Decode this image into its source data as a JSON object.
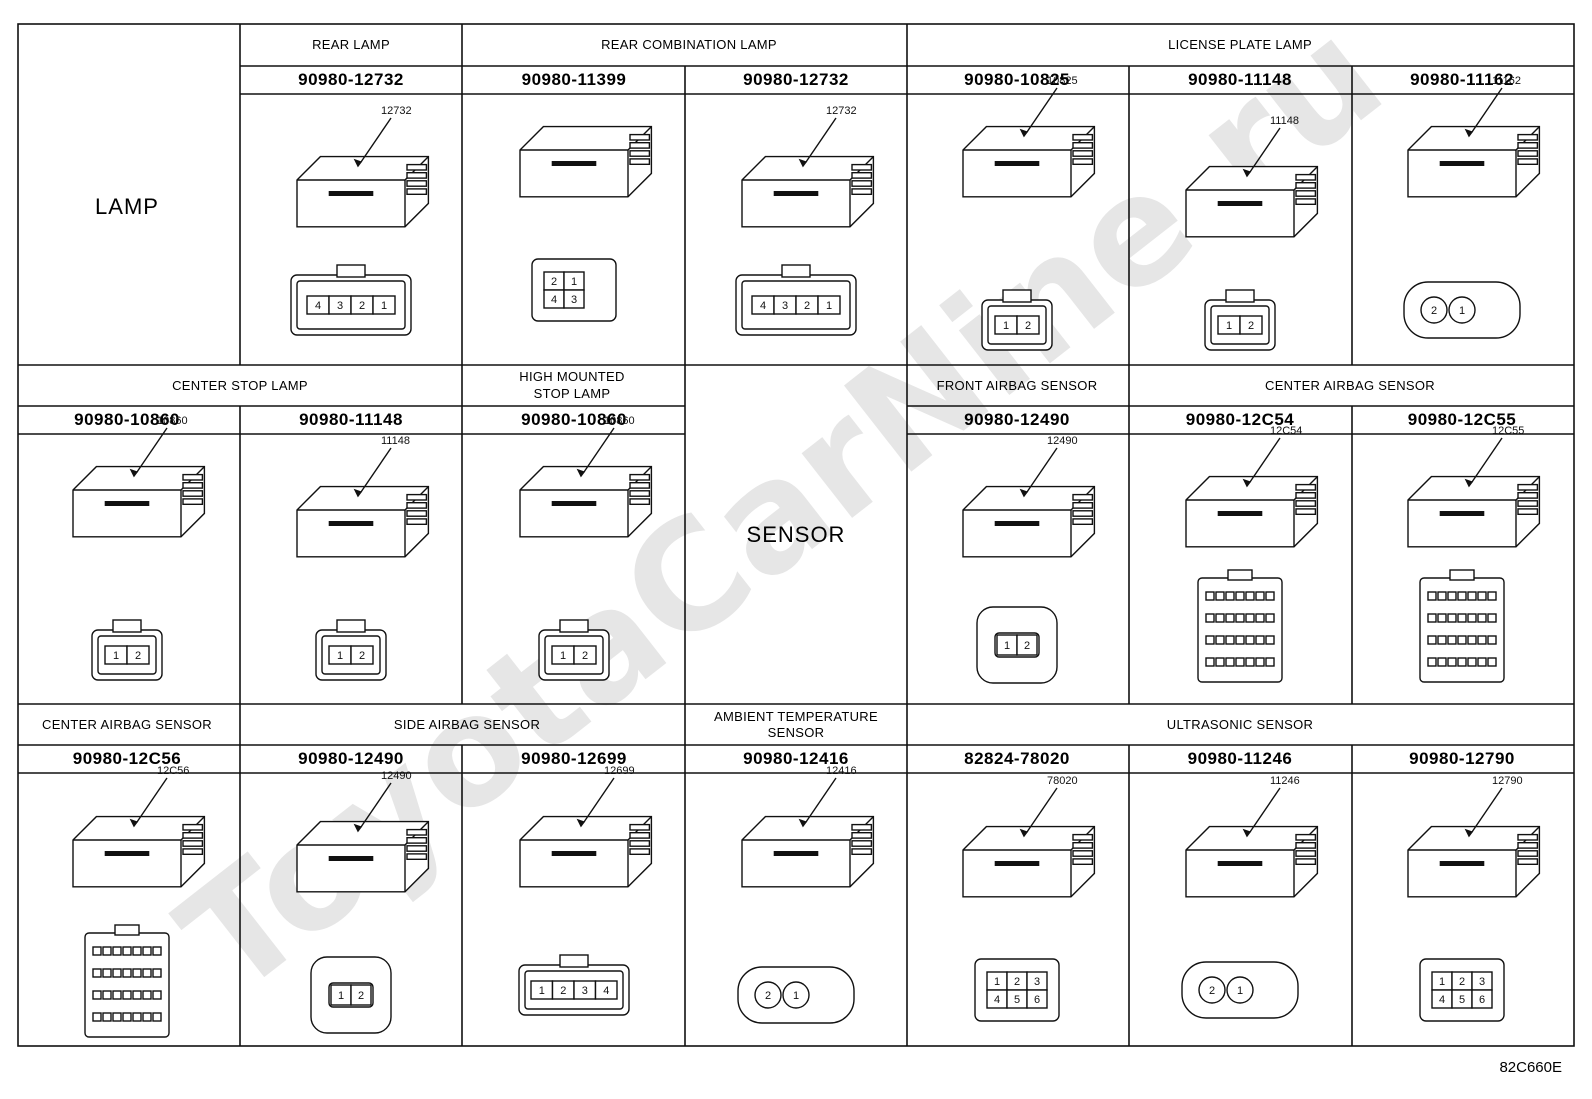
{
  "watermark": "ToyotaCarNine.ru",
  "reference": "82C660E",
  "side_labels": {
    "lamp": "LAMP",
    "sensor": "SENSOR"
  },
  "headers": {
    "rear_lamp": "REAR LAMP",
    "rear_combination_lamp": "REAR COMBINATION LAMP",
    "license_plate_lamp": "LICENSE PLATE LAMP",
    "center_stop_lamp": "CENTER STOP LAMP",
    "high_mounted_stop_lamp_1": "HIGH MOUNTED",
    "high_mounted_stop_lamp_2": "STOP LAMP",
    "front_airbag_sensor": "FRONT AIRBAG SENSOR",
    "center_airbag_sensor": "CENTER AIRBAG SENSOR",
    "center_airbag_sensor_2": "CENTER AIRBAG SENSOR",
    "side_airbag_sensor": "SIDE AIRBAG SENSOR",
    "ambient_temperature_sensor_1": "AMBIENT TEMPERATURE",
    "ambient_temperature_sensor_2": "SENSOR",
    "ultrasonic_sensor": "ULTRASONIC SENSOR"
  },
  "parts": {
    "r1c1": "90980-12732",
    "r1c2": "90980-11399",
    "r1c3": "90980-12732",
    "r1c4": "90980-10825",
    "r1c5": "90980-11148",
    "r1c6": "90980-11162",
    "r2c0": "90980-10860",
    "r2c1": "90980-11148",
    "r2c2": "90980-10860",
    "r2c4": "90980-12490",
    "r2c5": "90980-12C54",
    "r2c6": "90980-12C55",
    "r3c0": "90980-12C56",
    "r3c1": "90980-12490",
    "r3c2": "90980-12699",
    "r3c3": "90980-12416",
    "r3c4": "82824-78020",
    "r3c5": "90980-11246",
    "r3c6": "90980-12790"
  },
  "tags": {
    "r1c1": "12732",
    "r1c3": "12732",
    "r1c4": "10825",
    "r1c5": "11148",
    "r1c6": "11162",
    "r2c0": "10860",
    "r2c1": "11148",
    "r2c2": "10860",
    "r2c4": "12490",
    "r2c5": "12C54",
    "r2c6": "12C55",
    "r3c0": "12C56",
    "r3c1": "12490",
    "r3c2": "12699",
    "r3c3": "12416",
    "r3c4": "78020",
    "r3c5": "11246",
    "r3c6": "12790"
  },
  "pins": {
    "four_flat": [
      "4",
      "3",
      "2",
      "1"
    ],
    "square_four": [
      "2",
      "1",
      "4",
      "3"
    ],
    "two": [
      "1",
      "2"
    ],
    "two_rev": [
      "2",
      "1"
    ],
    "four_row": [
      "1",
      "2",
      "3",
      "4"
    ],
    "six_top": [
      "1",
      "2",
      "3"
    ],
    "six_bot": [
      "4",
      "5",
      "6"
    ]
  }
}
